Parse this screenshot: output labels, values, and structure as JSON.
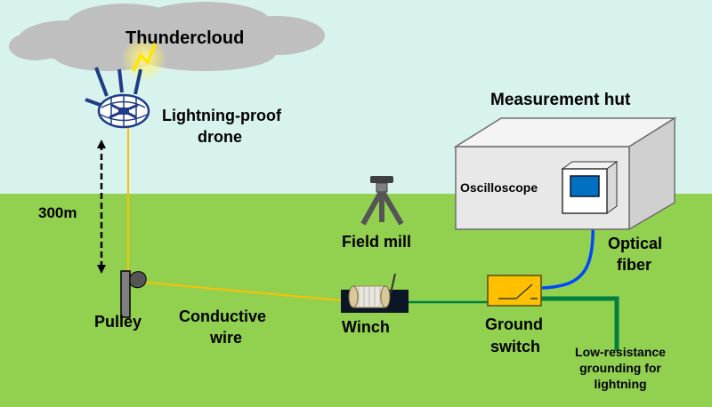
{
  "labels": {
    "thundercloud": "Thundercloud",
    "drone_line1": "Lightning-proof",
    "drone_line2": "drone",
    "altitude": "300m",
    "pulley": "Pulley",
    "conductive_line1": "Conductive",
    "conductive_line2": "wire",
    "field_mill": "Field mill",
    "winch": "Winch",
    "measurement_hut": "Measurement hut",
    "oscilloscope": "Oscilloscope",
    "optical_line1": "Optical",
    "optical_line2": "fiber",
    "ground_line1": "Ground",
    "ground_line2": "switch",
    "grounding_line1": "Low-resistance",
    "grounding_line2": "grounding for",
    "grounding_line3": "lightning"
  },
  "colors": {
    "sky": "#d8f3ee",
    "grass": "#92d050",
    "cloud": "#bfbfbf",
    "cloud_edge": "#a6a6a6",
    "conductive_wire": "#ffc000",
    "ground_wire": "#00803c",
    "optical_fiber": "#0047ff",
    "switch_box": "#ffc000",
    "hut_front": "#e8e8e8",
    "hut_side": "#d0d0d0",
    "hut_top": "#f4f4f4",
    "screen": "#0070c0",
    "drone": "#1f3c88",
    "lightning": "#ffe600"
  },
  "icons": [
    "lightning-bolt-icon",
    "drone-icon",
    "field-mill-icon",
    "pulley-icon",
    "winch-icon",
    "oscilloscope-icon",
    "ground-switch-icon"
  ]
}
